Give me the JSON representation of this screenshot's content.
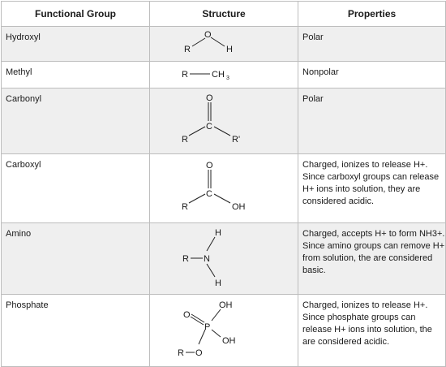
{
  "headers": {
    "group": "Functional Group",
    "structure": "Structure",
    "properties": "Properties"
  },
  "rows": [
    {
      "group": "Hydroxyl",
      "structure_labels": {
        "r": "R",
        "o": "O",
        "h": "H"
      },
      "properties": "Polar"
    },
    {
      "group": "Methyl",
      "structure_labels": {
        "r": "R",
        "ch": "CH",
        "sub": "3"
      },
      "properties": "Nonpolar"
    },
    {
      "group": "Carbonyl",
      "structure_labels": {
        "o": "O",
        "c": "C",
        "r": "R",
        "r2": "R'"
      },
      "properties": "Polar"
    },
    {
      "group": "Carboxyl",
      "structure_labels": {
        "o": "O",
        "c": "C",
        "r": "R",
        "oh": "OH"
      },
      "properties": "Charged, ionizes to release H+. Since carboxyl groups can release H+ ions into solution, they are considered acidic."
    },
    {
      "group": "Amino",
      "structure_labels": {
        "h1": "H",
        "r": "R",
        "n": "N",
        "h2": "H"
      },
      "properties": "Charged, accepts H+ to form NH3+. Since amino groups can remove H+ from solution, the are considered basic."
    },
    {
      "group": "Phosphate",
      "structure_labels": {
        "oh1": "OH",
        "o": "O",
        "p": "P",
        "oh2": "OH",
        "r": "R",
        "o2": "O"
      },
      "properties": "Charged, ionizes to release H+. Since phosphate groups can release H+ ions into solution, the are considered acidic."
    }
  ]
}
